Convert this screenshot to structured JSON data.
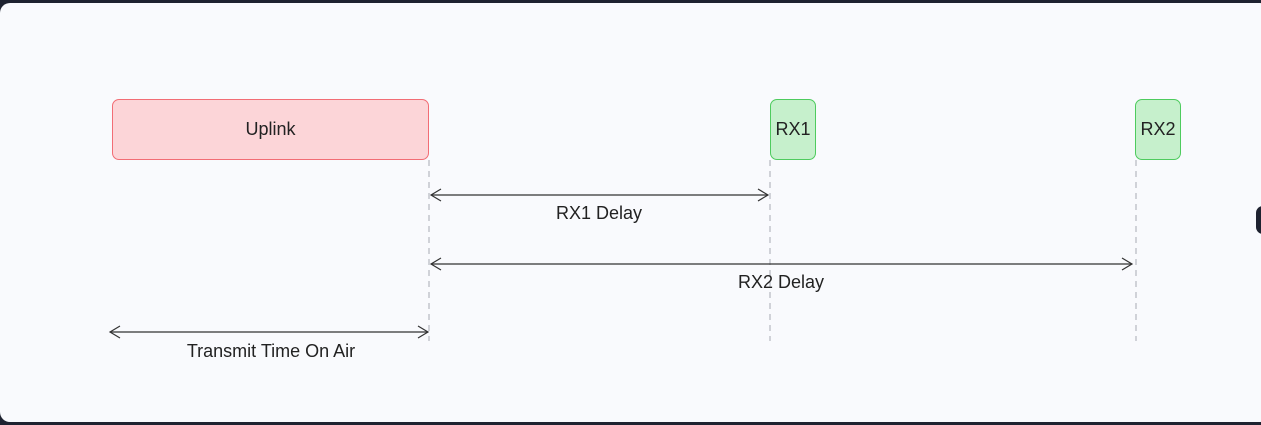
{
  "diagram": {
    "blocks": {
      "uplink": "Uplink",
      "rx1": "RX1",
      "rx2": "RX2"
    },
    "intervals": {
      "rx1_delay": "RX1 Delay",
      "rx2_delay": "RX2 Delay",
      "transmit_time": "Transmit Time On Air"
    },
    "colors": {
      "uplink_fill": "#fcd5d8",
      "uplink_border": "#f26d75",
      "rx_fill": "#c6f0cc",
      "rx_border": "#4ecb5e",
      "guide_line": "#b5b8bf",
      "arrow": "#333333"
    }
  }
}
